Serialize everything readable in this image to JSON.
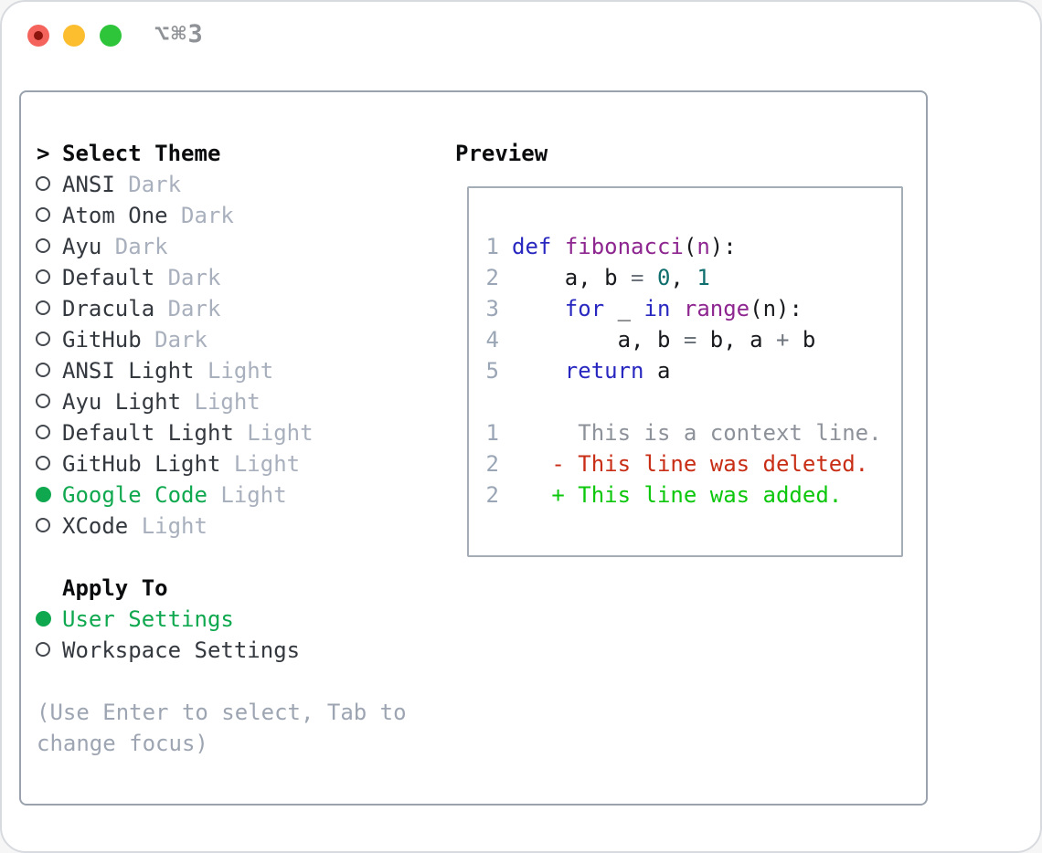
{
  "window": {
    "title": "⌥⌘3"
  },
  "colors": {
    "accent_green": "#0fa84f",
    "item_text": "#34383f",
    "variant_muted": "#a9b0bd",
    "hint_gray": "#9da5b2",
    "panel_border": "#99a2ad",
    "preview_border": "#a4acb6",
    "kw": "#2828c0",
    "fn": "#8e2690",
    "num": "#0e6d6d",
    "op": "#6e747c",
    "pl": "#17191d",
    "lineno": "#9aa6b6",
    "ctx": "#8d929a",
    "del": "#c82e16",
    "add": "#0cc70c",
    "traffic_red": "#f4635c",
    "traffic_yellow": "#fcbd2f",
    "traffic_green": "#2ec53b"
  },
  "left": {
    "header_marker": ">",
    "header": "Select Theme",
    "themes": [
      {
        "name": "ANSI",
        "variant": "Dark",
        "selected": false
      },
      {
        "name": "Atom One",
        "variant": "Dark",
        "selected": false
      },
      {
        "name": "Ayu",
        "variant": "Dark",
        "selected": false
      },
      {
        "name": "Default",
        "variant": "Dark",
        "selected": false
      },
      {
        "name": "Dracula",
        "variant": "Dark",
        "selected": false
      },
      {
        "name": "GitHub",
        "variant": "Dark",
        "selected": false
      },
      {
        "name": "ANSI Light",
        "variant": "Light",
        "selected": false
      },
      {
        "name": "Ayu Light",
        "variant": "Light",
        "selected": false
      },
      {
        "name": "Default Light",
        "variant": "Light",
        "selected": false
      },
      {
        "name": "GitHub Light",
        "variant": "Light",
        "selected": false
      },
      {
        "name": "Google Code",
        "variant": "Light",
        "selected": true
      },
      {
        "name": "XCode",
        "variant": "Light",
        "selected": false
      }
    ],
    "apply_to_header": "Apply To",
    "apply_options": [
      {
        "name": "User Settings",
        "selected": true
      },
      {
        "name": "Workspace Settings",
        "selected": false
      }
    ],
    "hint_lines": [
      "(Use Enter to select, Tab to",
      "change focus)"
    ]
  },
  "preview": {
    "label": "Preview",
    "lines": [
      {
        "no": "1",
        "segs": [
          [
            "def",
            "kw"
          ],
          [
            " ",
            "pl"
          ],
          [
            "fibonacci",
            "fn"
          ],
          [
            "(",
            "pl"
          ],
          [
            "n",
            "fn"
          ],
          [
            "):",
            "pl"
          ]
        ]
      },
      {
        "no": "2",
        "segs": [
          [
            "    a, b ",
            "pl"
          ],
          [
            "= ",
            "op"
          ],
          [
            "0",
            "num"
          ],
          [
            ", ",
            "pl"
          ],
          [
            "1",
            "num"
          ]
        ]
      },
      {
        "no": "3",
        "segs": [
          [
            "    ",
            "pl"
          ],
          [
            "for",
            "kw"
          ],
          [
            " _ ",
            "pl"
          ],
          [
            "in",
            "kw"
          ],
          [
            " ",
            "pl"
          ],
          [
            "range",
            "fn"
          ],
          [
            "(n):",
            "pl"
          ]
        ]
      },
      {
        "no": "4",
        "segs": [
          [
            "        a, b ",
            "pl"
          ],
          [
            "= ",
            "op"
          ],
          [
            "b, a ",
            "pl"
          ],
          [
            "+ ",
            "op"
          ],
          [
            "b",
            "pl"
          ]
        ]
      },
      {
        "no": "5",
        "segs": [
          [
            "    ",
            "pl"
          ],
          [
            "return",
            "kw"
          ],
          [
            " a",
            "pl"
          ]
        ]
      },
      {
        "no": "",
        "segs": []
      },
      {
        "no": "1",
        "segs": [
          [
            "     This is a context line.",
            "ctx"
          ]
        ]
      },
      {
        "no": "2",
        "segs": [
          [
            "   - This line was deleted.",
            "del"
          ]
        ]
      },
      {
        "no": "2",
        "segs": [
          [
            "   + This line was added.",
            "add"
          ]
        ]
      }
    ]
  }
}
